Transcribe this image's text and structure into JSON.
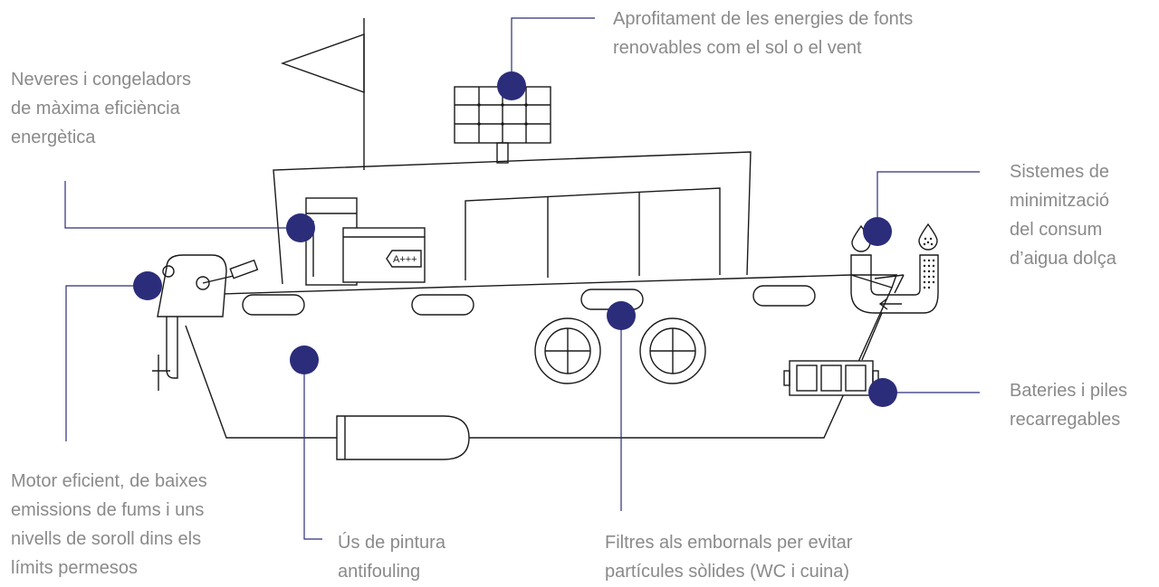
{
  "labels": {
    "solar": "Aprofitament de les energies de fonts\nrenovables com el sol o el vent",
    "fridge": "Neveres i congeladors\nde màxima eficiència\nenergètica",
    "water": "Sistemes de\nminimització\ndel consum\nd’aigua dolça",
    "battery": "Bateries i piles\nrecarregables",
    "motor": "Motor eficient, de baixes\nemissions de fums i uns\nnivells de soroll dins els\nlímits permesos",
    "paint": "Ús de pintura\nantifouling",
    "filter": "Filtres als embornals per evitar\npartícules sòlides (WC i cuina)"
  },
  "fridge_energy_tag": "A+++",
  "colors": {
    "marker": "#2b2d7a",
    "label_text": "#8a8a8a",
    "drawing": "#1a1a1a",
    "background": "#ffffff"
  },
  "icons": [
    "boat-hull",
    "flag-icon",
    "solar-panel-icon",
    "fridge-icon",
    "outboard-motor-icon",
    "water-drop-icon",
    "water-tap-icon",
    "battery-icon",
    "porthole-icon",
    "scupper-filter-icon"
  ]
}
